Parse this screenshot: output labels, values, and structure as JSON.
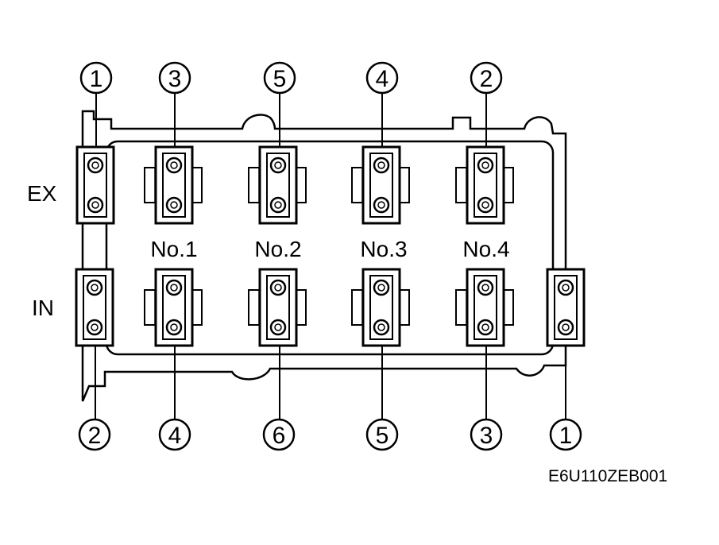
{
  "rows": {
    "ex_label": "EX",
    "in_label": "IN"
  },
  "journals": [
    "No.1",
    "No.2",
    "No.3",
    "No.4"
  ],
  "top_sequence": [
    "1",
    "3",
    "5",
    "4",
    "2"
  ],
  "bottom_sequence": [
    "2",
    "4",
    "6",
    "5",
    "3",
    "1"
  ],
  "figure_code": "E6U110ZEB001",
  "colors": {
    "ink": "#000000",
    "paper": "#ffffff"
  }
}
